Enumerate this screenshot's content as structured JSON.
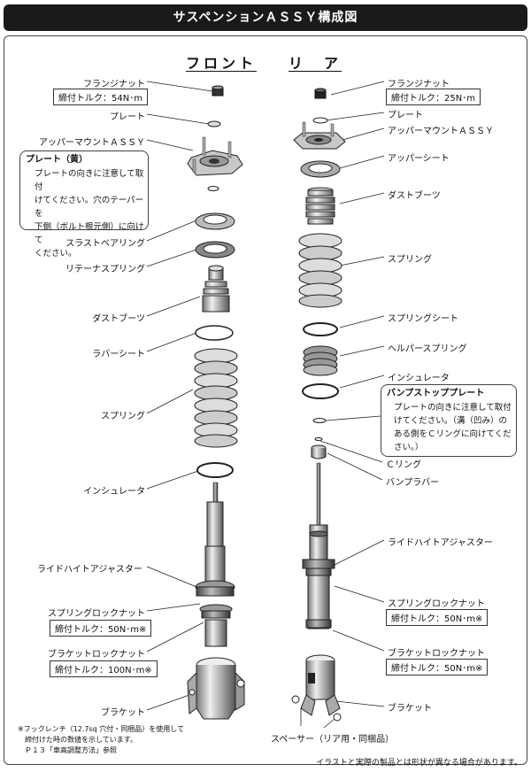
{
  "title": "サスペンションＡＳＳＹ構成図",
  "headings": {
    "front": "フロント",
    "rear": "リ　ア"
  },
  "front": {
    "flange_nut": "フランジナット",
    "flange_nut_torque": "締付トルク：54N･m",
    "plate": "プレート",
    "upper_mount": "アッパーマウントＡＳＳＹ",
    "plate_note_title": "プレート（黄）",
    "plate_note_lines": [
      "プレートの向きに注意して取付",
      "けてください。穴のテーパーを",
      "下側（ボルト根元側）に向けて",
      "ください。"
    ],
    "thrust_bearing": "スラストベアリング",
    "retainer_spring": "リテーナスプリング",
    "dust_boot": "ダストブーツ",
    "rubber_seat": "ラバーシート",
    "spring": "スプリング",
    "insulator": "インシュレータ",
    "ride_height_adjuster": "ライドハイトアジャスター",
    "spring_lock_nut": "スプリングロックナット",
    "spring_lock_nut_torque": "締付トルク：50N･m※",
    "bracket_lock_nut": "ブラケットロックナット",
    "bracket_lock_nut_torque": "締付トルク：100N･m※",
    "bracket": "ブラケット"
  },
  "rear": {
    "flange_nut": "フランジナット",
    "flange_nut_torque": "締付トルク：25N･m",
    "plate": "プレート",
    "upper_mount": "アッパーマウントＡＳＳＹ",
    "upper_seat": "アッパーシート",
    "dust_boot": "ダストブーツ",
    "spring": "スプリング",
    "spring_seat": "スプリングシート",
    "helper_spring": "ヘルパースプリング",
    "insulator": "インシュレータ",
    "bump_plate_note_title": "バンプストッププレート",
    "bump_plate_note_lines": [
      "プレートの向きに注意して取付",
      "けてください。（溝（凹み）の",
      "ある側をＣリングに向けてくだ",
      "さい。）"
    ],
    "c_ring": "Ｃリング",
    "bump_rubber": "バンプラバー",
    "ride_height_adjuster": "ライドハイトアジャスター",
    "spring_lock_nut": "スプリングロックナット",
    "spring_lock_nut_torque": "締付トルク：50N･m※",
    "bracket_lock_nut": "ブラケットロックナット",
    "bracket_lock_nut_torque": "締付トルク：50N･m※",
    "bracket": "ブラケット",
    "spacer": "スペーサー（リア用・同梱品）"
  },
  "footnote_lines": [
    "※フックレンチ（12.7sq 穴付・同梱品）を使用して",
    "　締付けた時の数値を示しています。",
    "　Ｐ１３「車高調整方法」参照"
  ],
  "disclaimer": "イラストと実際の製品とは形状が異なる場合があります。"
}
